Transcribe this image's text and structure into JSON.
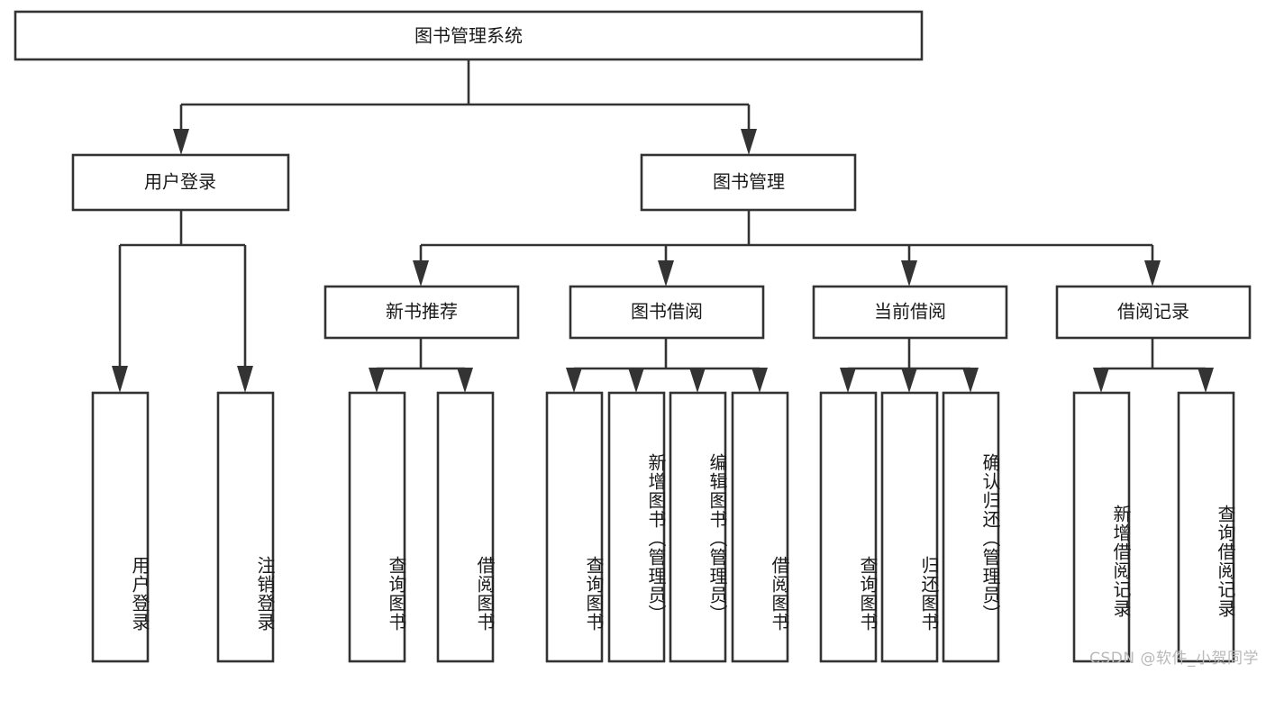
{
  "diagram": {
    "title": "图书管理系统",
    "type": "tree",
    "orientation": "top-down",
    "colors": {
      "stroke": "#333333",
      "fill": "#ffffff",
      "text": "#1a1a1a",
      "watermark": "#b9b9b9",
      "background": "#ffffff"
    },
    "root": {
      "id": "root",
      "label": "图书管理系统",
      "orientation": "horizontal"
    },
    "level2": [
      {
        "id": "user-login",
        "label": "用户登录",
        "orientation": "horizontal"
      },
      {
        "id": "book-manage",
        "label": "图书管理",
        "orientation": "horizontal"
      }
    ],
    "level3": [
      {
        "id": "new-book-recommend",
        "label": "新书推荐",
        "orientation": "horizontal",
        "parent": "book-manage"
      },
      {
        "id": "book-borrow",
        "label": "图书借阅",
        "orientation": "horizontal",
        "parent": "book-manage"
      },
      {
        "id": "current-borrow",
        "label": "当前借阅",
        "orientation": "horizontal",
        "parent": "book-manage"
      },
      {
        "id": "borrow-record",
        "label": "借阅记录",
        "orientation": "horizontal",
        "parent": "book-manage"
      }
    ],
    "leaves": [
      {
        "id": "leaf-user-login",
        "label": "用户登录",
        "orientation": "vertical",
        "parent": "user-login"
      },
      {
        "id": "leaf-user-logout",
        "label": "注销登录",
        "orientation": "vertical",
        "parent": "user-login"
      },
      {
        "id": "leaf-query-book-1",
        "label": "查询图书",
        "orientation": "vertical",
        "parent": "new-book-recommend"
      },
      {
        "id": "leaf-borrow-book-1",
        "label": "借阅图书",
        "orientation": "vertical",
        "parent": "new-book-recommend"
      },
      {
        "id": "leaf-query-book-2",
        "label": "查询图书",
        "orientation": "vertical",
        "parent": "book-borrow"
      },
      {
        "id": "leaf-add-book",
        "label": "新增图书（管理员）",
        "orientation": "vertical",
        "parent": "book-borrow"
      },
      {
        "id": "leaf-edit-book",
        "label": "编辑图书（管理员）",
        "orientation": "vertical",
        "parent": "book-borrow"
      },
      {
        "id": "leaf-borrow-book-2",
        "label": "借阅图书",
        "orientation": "vertical",
        "parent": "book-borrow"
      },
      {
        "id": "leaf-query-book-3",
        "label": "查询图书",
        "orientation": "vertical",
        "parent": "current-borrow"
      },
      {
        "id": "leaf-return-book",
        "label": "归还图书",
        "orientation": "vertical",
        "parent": "current-borrow"
      },
      {
        "id": "leaf-confirm-return",
        "label": "确认归还（管理员）",
        "orientation": "vertical",
        "parent": "current-borrow"
      },
      {
        "id": "leaf-add-record",
        "label": "新增借阅记录",
        "orientation": "vertical",
        "parent": "borrow-record"
      },
      {
        "id": "leaf-query-record",
        "label": "查询借阅记录",
        "orientation": "vertical",
        "parent": "borrow-record"
      }
    ]
  },
  "watermark": {
    "text": "CSDN @软件_小贺同学"
  }
}
